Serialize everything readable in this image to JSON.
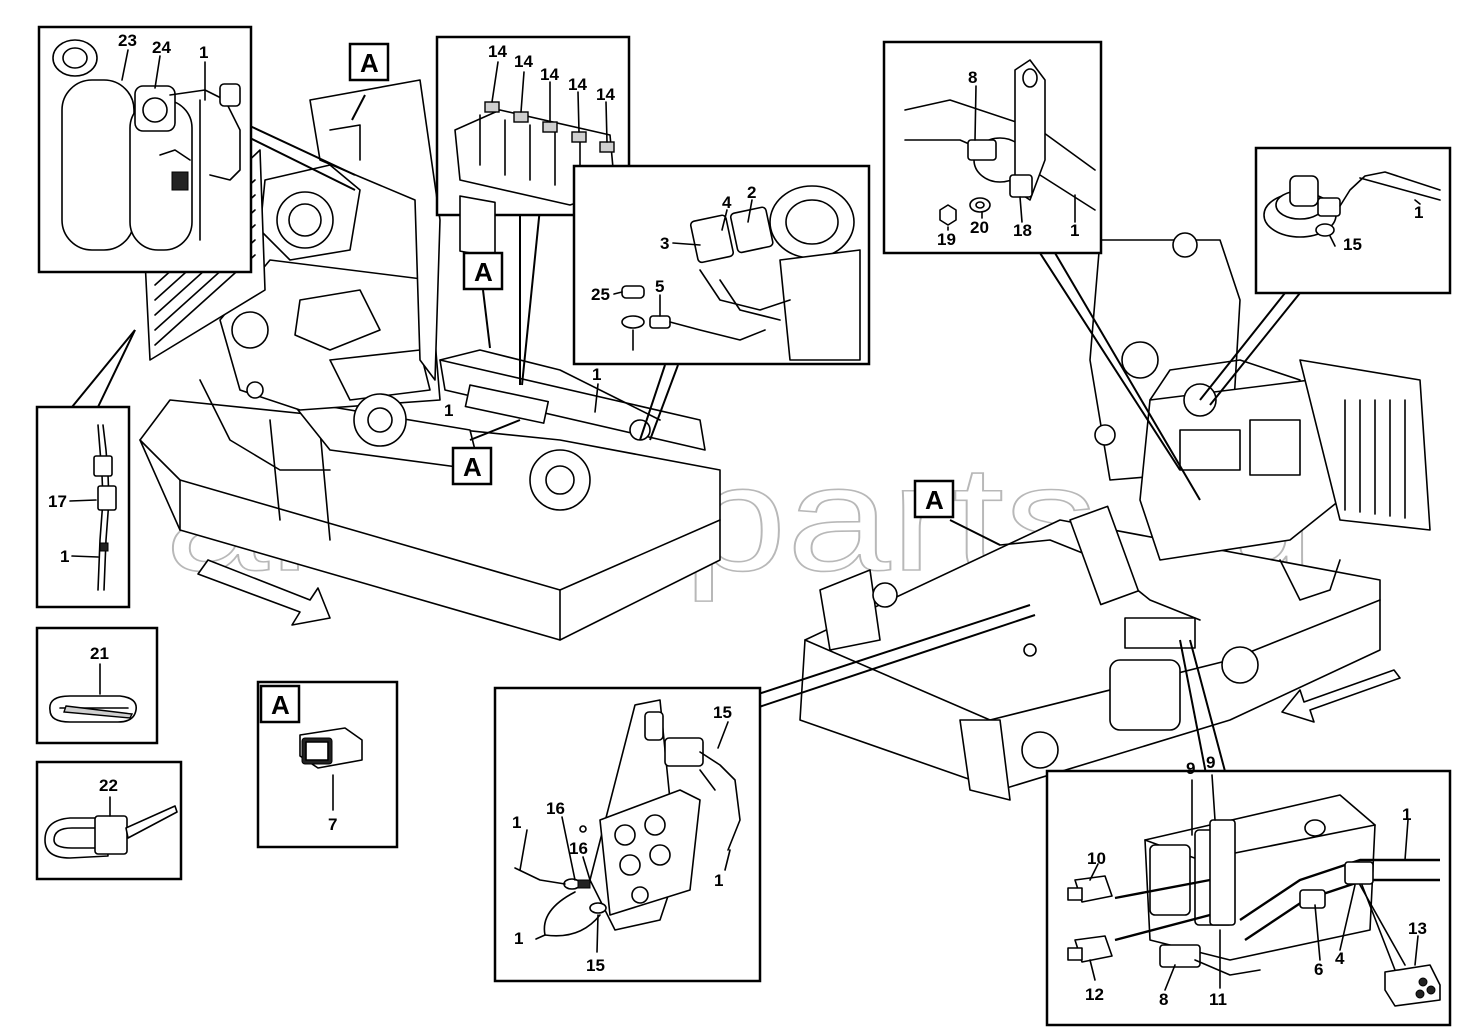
{
  "watermark": "ansat-parts.ru",
  "view_marker": "A",
  "labels": {
    "p1": [
      "23",
      "24",
      "1"
    ],
    "p2": [
      "14",
      "14",
      "14",
      "14",
      "14"
    ],
    "p3": [
      "2",
      "4",
      "3",
      "25",
      "5"
    ],
    "p4": [
      "8",
      "19",
      "20",
      "18",
      "1"
    ],
    "p5": [
      "1",
      "15"
    ],
    "p6": [
      "17",
      "1"
    ],
    "p7": [
      "21"
    ],
    "p8": [
      "22"
    ],
    "p9": [
      "7"
    ],
    "p10": [
      "15",
      "16",
      "1",
      "16",
      "1",
      "1",
      "15"
    ],
    "p11": [
      "9",
      "9",
      "1",
      "10",
      "13",
      "6",
      "4",
      "12",
      "8",
      "11"
    ],
    "main": [
      "1",
      "1"
    ]
  }
}
